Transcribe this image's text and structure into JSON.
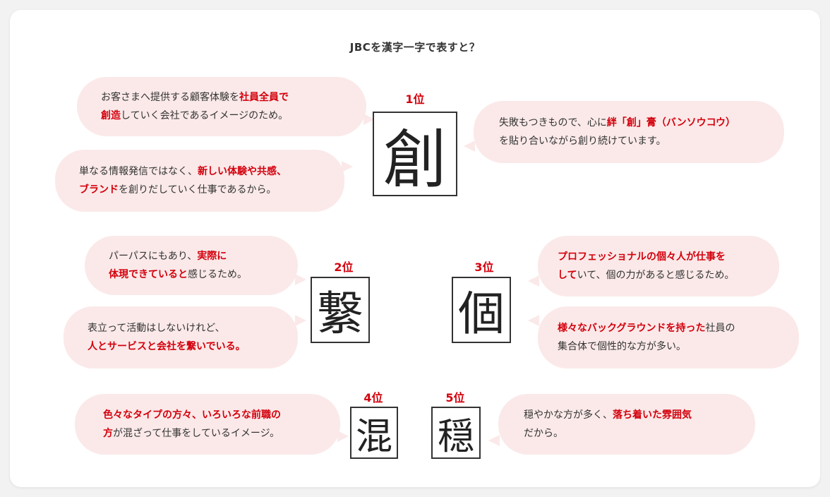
{
  "title": "JBCを漢字一字で表すと？",
  "colors": {
    "accent": "#d3000c",
    "bubble": "#fbe9e9",
    "text": "#333333"
  },
  "ranks": [
    {
      "rank": "1位",
      "kanji": "創"
    },
    {
      "rank": "2位",
      "kanji": "繋"
    },
    {
      "rank": "3位",
      "kanji": "個"
    },
    {
      "rank": "4位",
      "kanji": "混"
    },
    {
      "rank": "5位",
      "kanji": "穏"
    }
  ],
  "bubbles": {
    "b1": {
      "l1": [
        "お客さまへ提供する顧客体験を",
        "社員全員で"
      ],
      "l2": [
        "創造",
        "していく会社であるイメージのため。"
      ]
    },
    "b2": {
      "l1": [
        "単なる情報発信ではなく、",
        "新しい体験や共感、"
      ],
      "l2": [
        "ブランド",
        "を創りだしていく仕事であるから。"
      ]
    },
    "b3": {
      "l1": [
        "失敗もつきもので、心に",
        "絆「創」膏（バンソウコウ）"
      ],
      "l2": [
        "を貼り合いながら創り続けています。"
      ]
    },
    "b4": {
      "l1": [
        "パーパスにもあり、",
        "実際に"
      ],
      "l2": [
        "体現できていると",
        "感じるため。"
      ]
    },
    "b5": {
      "l1": [
        "表立って活動はしないけれど、"
      ],
      "l2": [
        "人とサービスと会社を繋いでいる。"
      ]
    },
    "b6": {
      "l1": [
        "プロフェッショナルの個々人が仕事を"
      ],
      "l2": [
        "して",
        "いて、個の力があると感じるため。"
      ]
    },
    "b7": {
      "l1": [
        "様々なバックグラウンドを持った",
        "社員の"
      ],
      "l2": [
        "集合体で個性的な方が多い。"
      ]
    },
    "b8": {
      "l1": [
        "色々なタイプの方々、いろいろな前職の"
      ],
      "l2": [
        "方",
        "が混ざって仕事をしているイメージ。"
      ]
    },
    "b9": {
      "l1": [
        "穏やかな方が多く、",
        "落ち着いた雰囲気"
      ],
      "l2": [
        "だから。"
      ]
    }
  }
}
